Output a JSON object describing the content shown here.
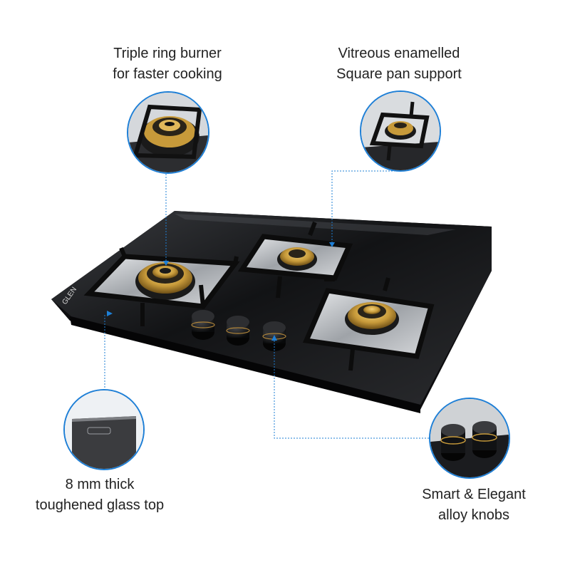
{
  "captions": {
    "triple_ring": [
      "Triple ring burner",
      "for faster cooking"
    ],
    "pan_support": [
      "Vitreous enamelled",
      "Square pan support"
    ],
    "glass_top": [
      "8 mm thick",
      "toughened glass top"
    ],
    "knobs": [
      "Smart & Elegant",
      "alloy knobs"
    ]
  },
  "brand_text": "GLEN",
  "colors": {
    "accent": "#1e7fd6",
    "glass": "#1b1c1f",
    "brass": "#c79a3a",
    "steel": "#b9bcc0"
  }
}
